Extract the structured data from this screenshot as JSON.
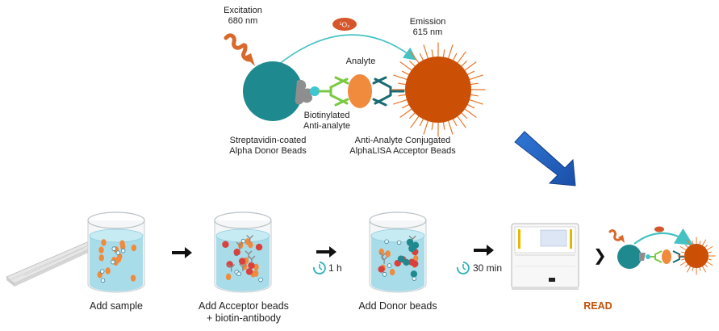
{
  "colors": {
    "donor": "#1e8a8f",
    "acceptor": "#cc4f06",
    "analyte": "#f08a3c",
    "antibody_green": "#7ac943",
    "antibody_teal": "#1a6b73",
    "singlet_oxygen": "#d4562a",
    "arc": "#45c2c4",
    "arrow_blue": "#1f5fbf",
    "liquid": "#a9dce9",
    "read": "#c2530a"
  },
  "mechanism": {
    "excitation": [
      "Excitation",
      "680 nm"
    ],
    "singlet_oxygen": "¹O₂",
    "emission": [
      "Emission",
      "615 nm"
    ],
    "analyte": "Analyte",
    "biotinylated": [
      "Biotinylated",
      "Anti-analyte"
    ],
    "donor": [
      "Streptavidin-coated",
      "Alpha Donor Beads"
    ],
    "acceptor": [
      "Anti-Analyte Conjugated",
      "AlphaLISA Acceptor Beads"
    ]
  },
  "steps": [
    {
      "label": [
        "Add sample"
      ]
    },
    {
      "label": [
        "Add Acceptor beads",
        "+ biotin-antibody"
      ]
    },
    {
      "label": [
        "Add Donor beads"
      ]
    },
    {
      "label": [
        "READ"
      ]
    }
  ],
  "incubations": [
    "1 h",
    "30 min"
  ],
  "bracket": "❯",
  "icons": [
    "excitation-wave-icon",
    "clock-icon",
    "right-arrow-icon",
    "plate-reader-icon",
    "well-plate-icon"
  ]
}
